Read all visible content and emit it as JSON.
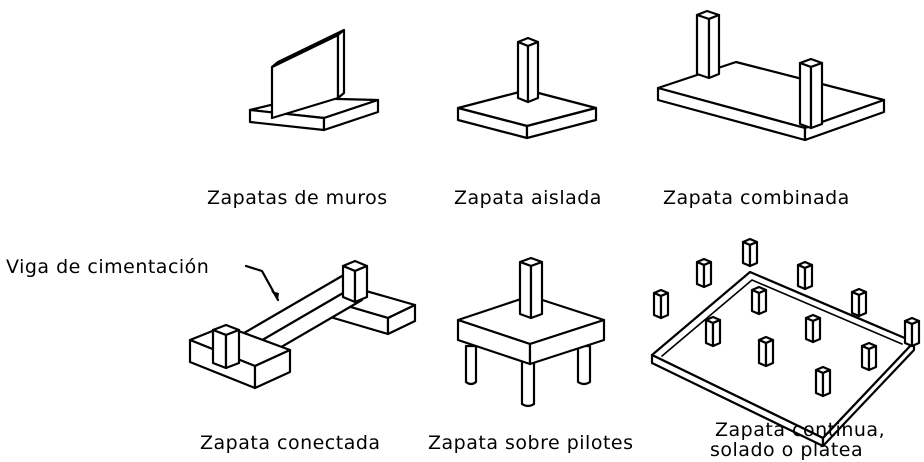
{
  "diagram": {
    "labels": {
      "wall_footing": "Zapatas de muros",
      "isolated_footing": "Zapata aislada",
      "combined_footing": "Zapata combinada",
      "connected_footing": "Zapata conectada",
      "pile_footing": "Zapata sobre pilotes",
      "mat_footing_line1": "Zapata continua,",
      "mat_footing_line2": "solado o platea",
      "foundation_beam_callout": "Viga de cimentación"
    }
  }
}
